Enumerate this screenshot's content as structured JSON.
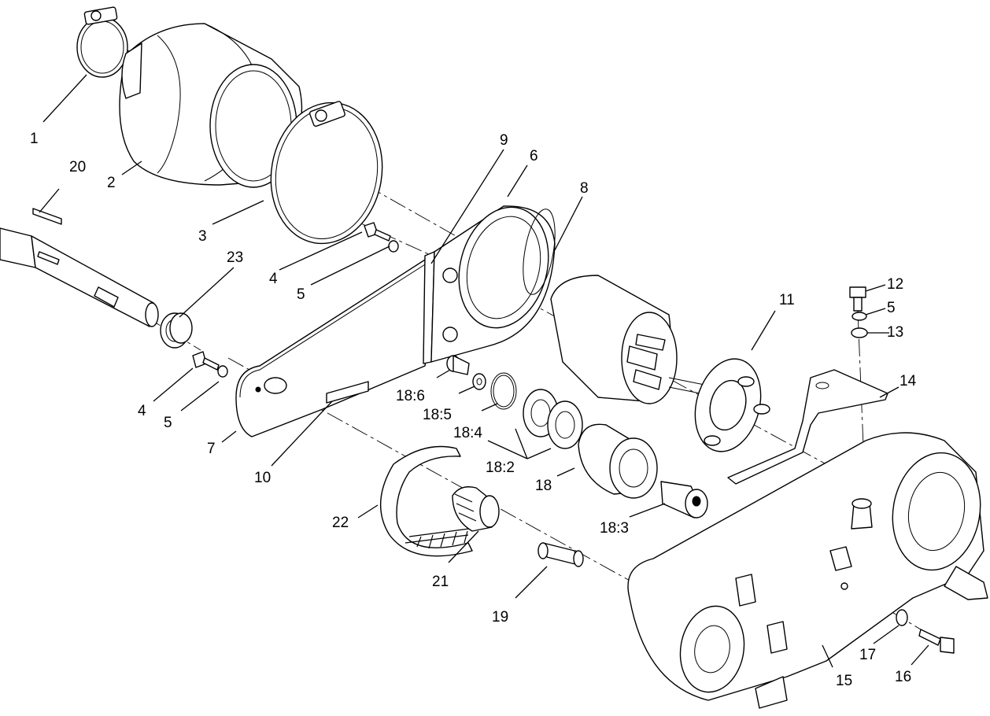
{
  "callouts": {
    "c1": "1",
    "c2": "2",
    "c3": "3",
    "c4a": "4",
    "c4b": "4",
    "c5a": "5",
    "c5b": "5",
    "c5c": "5",
    "c6": "6",
    "c7": "7",
    "c8": "8",
    "c9": "9",
    "c10": "10",
    "c11": "11",
    "c12": "12",
    "c13": "13",
    "c14": "14",
    "c15": "15",
    "c16": "16",
    "c17": "17",
    "c18": "18",
    "c18_2": "18:2",
    "c18_3": "18:3",
    "c18_4": "18:4",
    "c18_5": "18:5",
    "c18_6": "18:6",
    "c19": "19",
    "c20": "20",
    "c21": "21",
    "c22": "22",
    "c23": "23"
  },
  "colors": {
    "line": "#000000",
    "background": "#ffffff"
  }
}
